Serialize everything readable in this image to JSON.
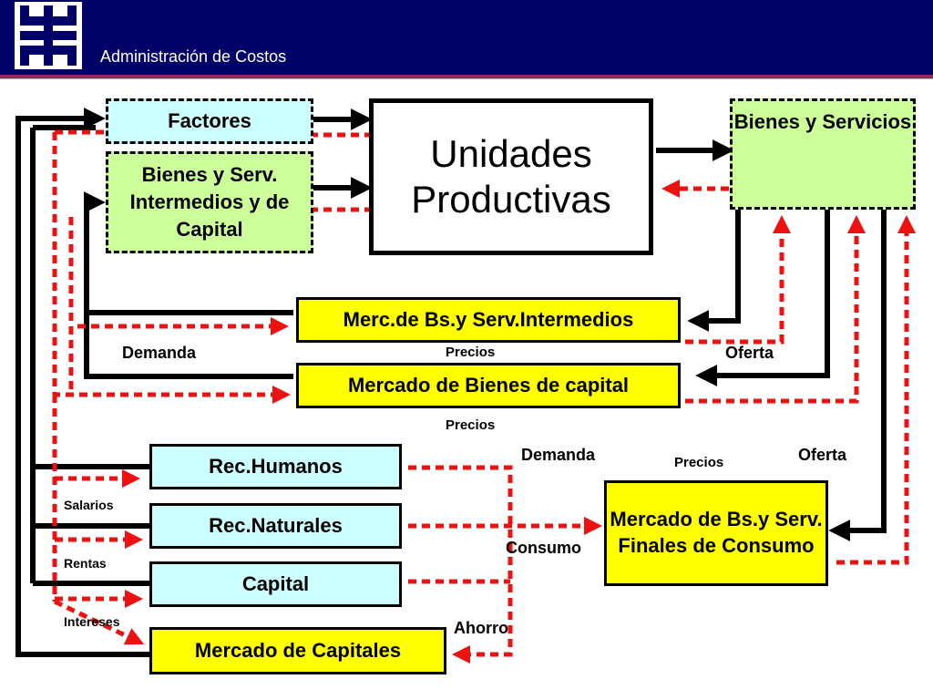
{
  "header": {
    "title": "Administración de Costos"
  },
  "colors": {
    "header_bg": "#000066",
    "accent_line": "#8e2c56",
    "cyan": "#ccffff",
    "green": "#ccff99",
    "yellow": "#ffff00",
    "flow_real": "#000000",
    "flow_money": "#ee1111"
  },
  "boxes": {
    "factores": "Factores",
    "bienes_serv_intermedios": "Bienes y Serv. Intermedios y de Capital",
    "unidades_productivas": "Unidades Productivas",
    "bienes_servicios": "Bienes y Servicios",
    "merc_intermedios": "Merc.de Bs.y Serv.Intermedios",
    "merc_capital": "Mercado de Bienes de capital",
    "rec_humanos": "Rec.Humanos",
    "rec_naturales": "Rec.Naturales",
    "capital": "Capital",
    "mercado_capitales": "Mercado de Capitales",
    "merc_finales": "Mercado de Bs.y Serv. Finales de Consumo"
  },
  "labels": {
    "demanda_1": "Demanda",
    "precios_1": "Precios",
    "oferta_1": "Oferta",
    "precios_2": "Precios",
    "demanda_2": "Demanda",
    "precios_3": "Precios",
    "oferta_2": "Oferta",
    "consumo": "Consumo",
    "ahorro": "Ahorro",
    "salarios": "Salarios",
    "rentas": "Rentas",
    "intereses": "Intereses"
  }
}
